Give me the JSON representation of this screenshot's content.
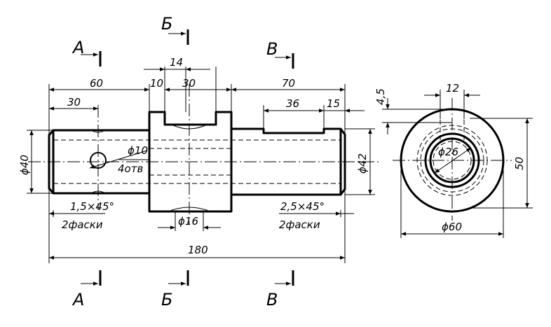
{
  "section_labels": {
    "a_top": "А",
    "b_top": "Б",
    "v_top": "В",
    "a_bottom": "А",
    "b_bottom": "Б",
    "v_bottom": "В"
  },
  "dimensions": {
    "d60": "60",
    "d10": "10",
    "d14": "14",
    "d30_mid": "30",
    "d70": "70",
    "d30_left": "30",
    "d36": "36",
    "d15": "15",
    "phi40": "ϕ40",
    "phi42": "ϕ42",
    "phi10": "ϕ10",
    "holes": "4отв",
    "chamfer_left": "1,5×45°",
    "chamfer_left_count": "2фаски",
    "chamfer_right": "2,5×45°",
    "chamfer_right_count": "2фаски",
    "phi16": "ϕ16",
    "d180": "180",
    "d4_5": "4,5",
    "d12": "12",
    "phi26": "ϕ26",
    "d50": "50",
    "phi60": "ϕ60"
  }
}
